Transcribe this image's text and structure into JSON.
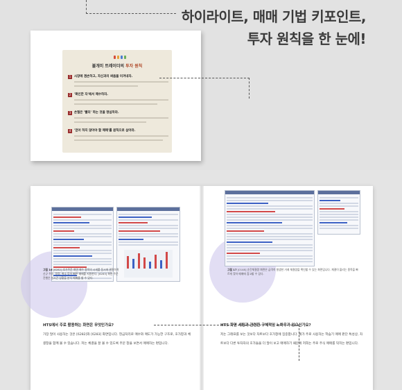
{
  "headline": {
    "line1": "하이라이트, 매매 기법 키포인트,",
    "line2": "투자 원칙을 한 눈에!"
  },
  "principles_card": {
    "title_prefix": "불개미 트레이더의 ",
    "title_emph": "투자 원칙",
    "items": [
      {
        "num": "1",
        "text": "시장에 겸손하고, 자신과의 싸움을 이겨내자."
      },
      {
        "num": "2",
        "text": "'확인한 자'에서 매수하자."
      },
      {
        "num": "3",
        "text": "손절은 '빨리' 하는 것을 명심하라."
      },
      {
        "num": "4",
        "text": "'얻어 하지 않아야 할 매매'를 원칙으로 삼아라."
      }
    ]
  },
  "left_page": {
    "caption_label": "그림 16",
    "caption": "[6282] 호가주문 화면 매수 종목의 시세를 동시에 관찰하며 신규 주문, 정정, 취소 등이 빠른 매매를 지원한다. [6283] 화면 주문진행은 실시간 상황을 분석 매매를 할 수 있다.",
    "question": "HTS에서 주로 활용하는 화면은 무엇인가요?",
    "answer": "가장 많이 사용하는 것은 [6282]와 [6283] 화면입니다. 현금처리로 매수와 매도가 가능한 구조로, 호가창과 체결창을 함께 볼 수 있습니다. 저는 체결을 잘 볼 수 있도록 주문 창을 보면서 매매하는 편입니다."
  },
  "right_page": {
    "caption_label": "그림 17",
    "caption": "[0148] 순간체결량 화면은 급격히 발생한 거래 체결량을 확인할 수 있는 화면입니다. 체결이 몰리는 종목을 빠르게 찾아 매매에 참고할 수 있다.",
    "question": "HTS 화면 세팅과 관련한 구체적인 노하우가 있으신가요?",
    "answer": "저는 그래프를 보는 것보다 차트보다 호가창에 집중합니다. 제가 주로 사용하는 학습기 매매 판단 특성상, 차트보다 다른 투자자의 호가들을 더 많이 보고 매매하기 때문에 저희는 주로 주식 매매를 익히는 편입니다."
  }
}
